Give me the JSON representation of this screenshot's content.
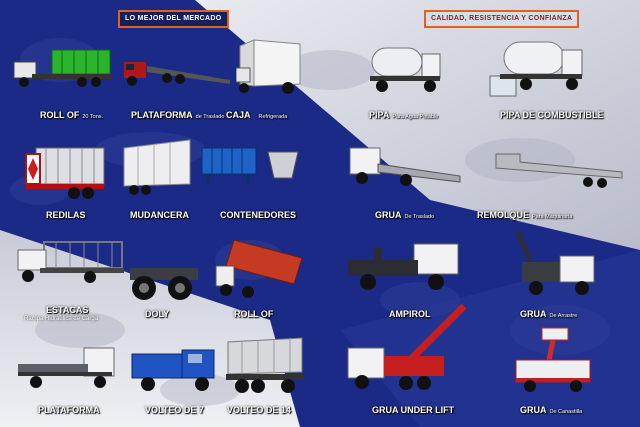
{
  "tags": {
    "left": "LO MEJOR DEL MERCADO",
    "right": "CALIDAD, RESISTENCIA Y CONFIANZA"
  },
  "products": {
    "roll_of_20": {
      "name": "ROLL OF",
      "sub": "20 Tons."
    },
    "plataforma_traslado": {
      "name": "PLATAFORMA",
      "sub": "de Traslado"
    },
    "caja": {
      "name": "CAJA",
      "sub": "Refrigerada"
    },
    "pipa_agua": {
      "name": "PIPA",
      "sub": "Para Agua Potable"
    },
    "pipa_combustible": {
      "name": "PIPA DE COMBUSTIBLE"
    },
    "redilas": {
      "name": "REDILAS"
    },
    "mudancera": {
      "name": "MUDANCERA"
    },
    "contenedores": {
      "name": "CONTENEDORES"
    },
    "grua_traslado": {
      "name": "GRUA",
      "sub": "De Traslado"
    },
    "remolque": {
      "name": "REMOLQUE",
      "sub": "Para Maquinaria"
    },
    "estacas": {
      "name": "ESTACAS",
      "sub": "Rampa Hidráulica de Carga"
    },
    "doly": {
      "name": "DOLY"
    },
    "roll_of": {
      "name": "ROLL OF"
    },
    "ampirol": {
      "name": "AMPIROL"
    },
    "grua_arrastre": {
      "name": "GRUA",
      "sub": "De Arrastre"
    },
    "plataforma": {
      "name": "PLATAFORMA"
    },
    "volteo_7": {
      "name": "VOLTEO DE 7"
    },
    "volteo_14": {
      "name": "VOLTEO DE 14"
    },
    "grua_under_lift": {
      "name": "GRUA UNDER LIFT"
    },
    "grua_canastilla": {
      "name": "GRUA",
      "sub": "De Canastilla"
    }
  },
  "colors": {
    "navy": "#1b2a86",
    "accent_orange": "#e0621c",
    "light_panel": "#d7d9e4"
  }
}
